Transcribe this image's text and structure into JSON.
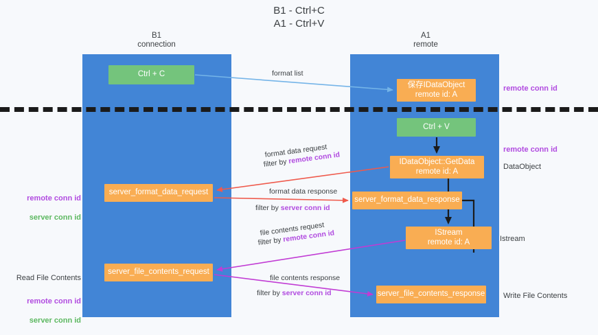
{
  "title": "B1 - Ctrl+C\nA1 - Ctrl+V",
  "columns": {
    "left": {
      "header": "B1\nconnection"
    },
    "right": {
      "header": "A1\nremote"
    }
  },
  "nodes": {
    "ctrl_c": "Ctrl + C",
    "save_idataobject": "保存IDataObject\nremote id: A",
    "ctrl_v": "Ctrl + V",
    "get_data": "IDataObject::GetData\nremote id: A",
    "server_format_data_request": "server_format_data_request",
    "server_format_data_response": "server_format_data_response",
    "istream": "IStream\nremote id: A",
    "server_file_contents_request": "server_file_contents_request",
    "server_file_contents_response": "server_file_contents_response"
  },
  "edge_labels": {
    "format_list": "format list",
    "format_data_request": "format data request",
    "format_data_request_filter_prefix": "filter by ",
    "format_data_request_filter_key": "remote conn id",
    "format_data_response": "format data response",
    "format_data_response_filter_prefix": "filter by ",
    "format_data_response_filter_key": "server conn id",
    "file_contents_request": "file contents request",
    "file_contents_request_filter_prefix": "filter by ",
    "file_contents_request_filter_key": "remote conn id",
    "file_contents_response": "file contents response",
    "file_contents_response_filter_prefix": "filter by ",
    "file_contents_response_filter_key": "server conn id"
  },
  "annotations": {
    "right_remote_conn_id_top": "remote conn id",
    "right_remote_conn_id_mid": "remote conn id",
    "right_dataobject": "DataObject",
    "right_istream": "Istream",
    "right_write_file_contents": "Write File Contents",
    "left_remote_conn_id": "remote conn id",
    "left_server_conn_id": "server conn id",
    "left_read_file_contents": "Read File Contents",
    "left_remote_conn_id_2": "remote conn id",
    "left_server_conn_id_2": "server conn id"
  },
  "colors": {
    "lane": "#4285d6",
    "green_node": "#74c47c",
    "orange_node": "#f9ad53",
    "remote_conn_id": "#b14be0",
    "server_conn_id": "#5cb860",
    "arrow_format_list": "#74b4e8",
    "arrow_format_data": "#ef5a4c",
    "arrow_file_contents": "#c13bd4",
    "arrow_internal": "#1b1b1b",
    "background": "#f7f9fc"
  }
}
